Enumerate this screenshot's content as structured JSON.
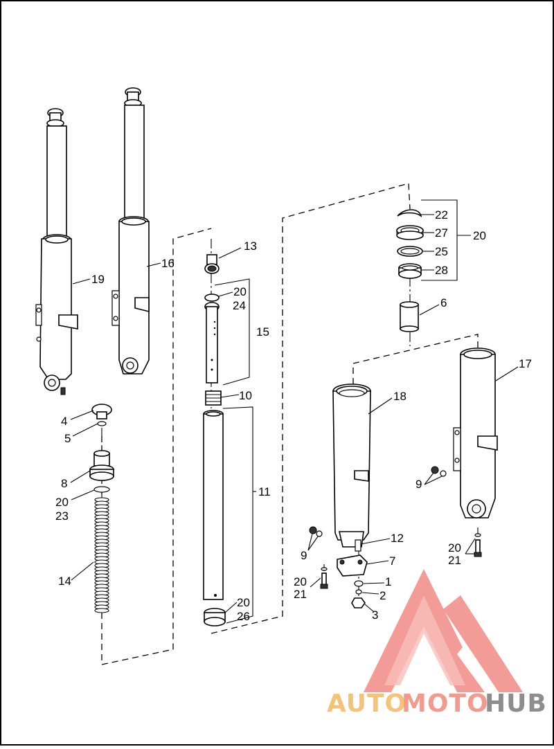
{
  "callouts": {
    "c1": "1",
    "c2": "2",
    "c3": "3",
    "c4": "4",
    "c5": "5",
    "c6": "6",
    "c7": "7",
    "c8": "8",
    "c9a": "9",
    "c9b": "9",
    "c10": "10",
    "c11": "11",
    "c12": "12",
    "c13": "13",
    "c14": "14",
    "c15": "15",
    "c16": "16",
    "c17": "17",
    "c18": "18",
    "c19": "19",
    "c20a": "20",
    "c20b": "20",
    "c20c": "20",
    "c20d": "20",
    "c20e": "20",
    "c20f": "20",
    "c21a": "21",
    "c21b": "21",
    "c22": "22",
    "c23": "23",
    "c24": "24",
    "c25": "25",
    "c26": "26",
    "c27": "27",
    "c28": "28"
  },
  "watermark": {
    "part1": "AUTO",
    "part2": "MOTO",
    "part3": "HUB",
    "colors": {
      "auto": "#f5c27a",
      "moto": "#f29a8e",
      "hub": "#8d8d8d",
      "logo": "#f08a86"
    }
  }
}
